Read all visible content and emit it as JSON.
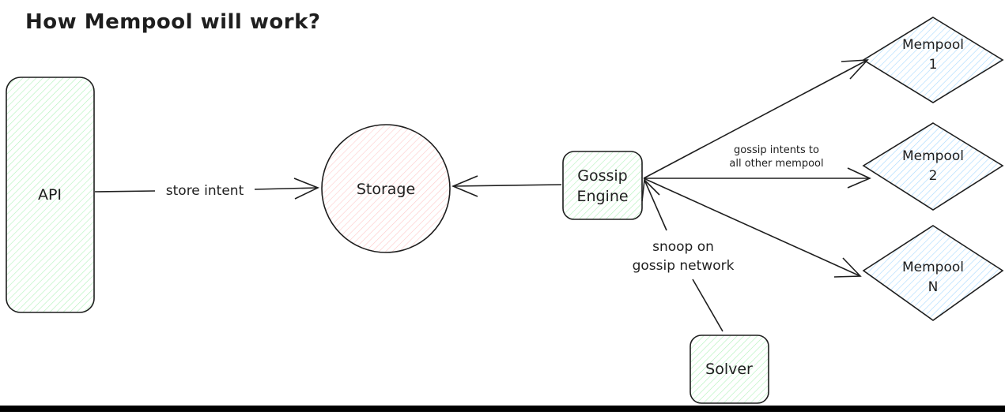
{
  "title": "How Mempool will work?",
  "nodes": {
    "api": {
      "label": "API"
    },
    "storage": {
      "label": "Storage"
    },
    "gossip_engine": {
      "line1": "Gossip",
      "line2": "Engine"
    },
    "mempool_1": {
      "line1": "Mempool",
      "line2": "1"
    },
    "mempool_2": {
      "line1": "Mempool",
      "line2": "2"
    },
    "mempool_n": {
      "line1": "Mempool",
      "line2": "N"
    },
    "solver": {
      "label": "Solver"
    }
  },
  "edges": {
    "store_intent": "store intent",
    "gossip_line1": "gossip intents to",
    "gossip_line2": "all other mempool",
    "snoop_line1": "snoop on",
    "snoop_line2": "gossip network"
  },
  "colors": {
    "api_fill": "#d3f9d8",
    "storage_fill": "#ffe3e3",
    "gossip_fill": "#d3f9d8",
    "mempool_fill": "#d0ebff",
    "solver_fill": "#d3f9d8"
  }
}
